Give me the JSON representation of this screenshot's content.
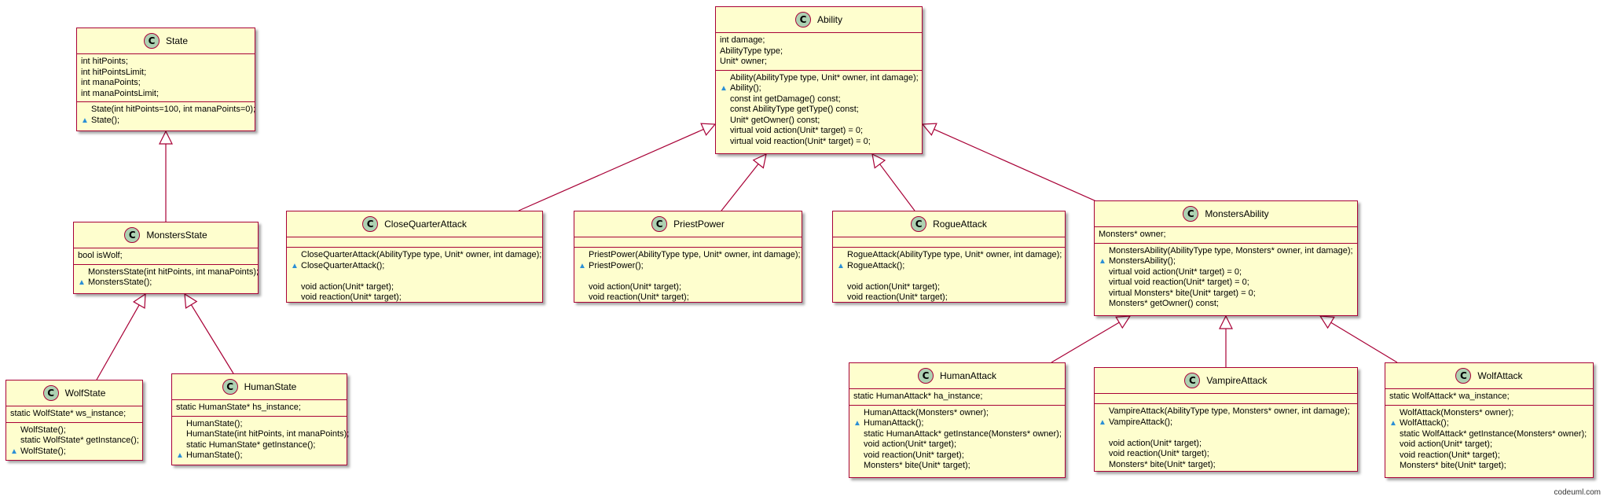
{
  "colors": {
    "box_fill": "#fefece",
    "border": "#a80036",
    "icon_fill": "#add1b2",
    "edge": "#a80036"
  },
  "footer": "codeuml.com",
  "classes": [
    {
      "id": "State",
      "icon": "C",
      "name": "State",
      "fields": [
        "int hitPoints;",
        "int hitPointsLimit;",
        "int manaPoints;",
        "int manaPointsLimit;"
      ],
      "methods": [
        {
          "vis": "",
          "text": "State(int hitPoints=100, int manaPoints=0);"
        },
        {
          "vis": "▲",
          "text": "State();"
        }
      ]
    },
    {
      "id": "MonstersState",
      "icon": "C",
      "name": "MonstersState",
      "fields": [
        "bool isWolf;"
      ],
      "methods": [
        {
          "vis": "",
          "text": "MonstersState(int hitPoints, int manaPoints);"
        },
        {
          "vis": "▲",
          "text": "MonstersState();"
        }
      ]
    },
    {
      "id": "WolfState",
      "icon": "C",
      "name": "WolfState",
      "fields": [
        "static WolfState* ws_instance;"
      ],
      "methods": [
        {
          "vis": "",
          "text": "WolfState();"
        },
        {
          "vis": "",
          "text": "static WolfState* getInstance();"
        },
        {
          "vis": "▲",
          "text": "WolfState();"
        }
      ]
    },
    {
      "id": "HumanState",
      "icon": "C",
      "name": "HumanState",
      "fields": [
        "static HumanState* hs_instance;"
      ],
      "methods": [
        {
          "vis": "",
          "text": "HumanState();"
        },
        {
          "vis": "",
          "text": "HumanState(int hitPoints, int manaPoints);"
        },
        {
          "vis": "",
          "text": "static HumanState* getInstance();"
        },
        {
          "vis": "▲",
          "text": "HumanState();"
        }
      ]
    },
    {
      "id": "Ability",
      "icon": "C",
      "name": "Ability",
      "fields": [
        "int damage;",
        "AbilityType type;",
        "Unit* owner;"
      ],
      "methods": [
        {
          "vis": "",
          "text": "Ability(AbilityType type, Unit* owner, int damage);"
        },
        {
          "vis": "▲",
          "text": "Ability();"
        },
        {
          "vis": "",
          "text": "const int getDamage() const;"
        },
        {
          "vis": "",
          "text": "const AbilityType getType() const;"
        },
        {
          "vis": "",
          "text": "Unit* getOwner() const;"
        },
        {
          "vis": "",
          "text": "virtual void action(Unit* target) = 0;"
        },
        {
          "vis": "",
          "text": "virtual void reaction(Unit* target) = 0;"
        }
      ]
    },
    {
      "id": "CloseQuarterAttack",
      "icon": "C",
      "name": "CloseQuarterAttack",
      "fields": [],
      "methods": [
        {
          "vis": "",
          "text": "CloseQuarterAttack(AbilityType type, Unit* owner, int damage);"
        },
        {
          "vis": "▲",
          "text": "CloseQuarterAttack();"
        },
        {
          "vis": "",
          "text": ""
        },
        {
          "vis": "",
          "text": "void action(Unit* target);"
        },
        {
          "vis": "",
          "text": "void reaction(Unit* target);"
        }
      ]
    },
    {
      "id": "PriestPower",
      "icon": "C",
      "name": "PriestPower",
      "fields": [],
      "methods": [
        {
          "vis": "",
          "text": "PriestPower(AbilityType type, Unit* owner, int damage);"
        },
        {
          "vis": "▲",
          "text": "PriestPower();"
        },
        {
          "vis": "",
          "text": ""
        },
        {
          "vis": "",
          "text": "void action(Unit* target);"
        },
        {
          "vis": "",
          "text": "void reaction(Unit* target);"
        }
      ]
    },
    {
      "id": "RogueAttack",
      "icon": "C",
      "name": "RogueAttack",
      "fields": [],
      "methods": [
        {
          "vis": "",
          "text": "RogueAttack(AbilityType type, Unit* owner, int damage);"
        },
        {
          "vis": "▲",
          "text": "RogueAttack();"
        },
        {
          "vis": "",
          "text": ""
        },
        {
          "vis": "",
          "text": "void action(Unit* target);"
        },
        {
          "vis": "",
          "text": "void reaction(Unit* target);"
        }
      ]
    },
    {
      "id": "MonstersAbility",
      "icon": "C",
      "name": "MonstersAbility",
      "fields": [
        "Monsters* owner;"
      ],
      "methods": [
        {
          "vis": "",
          "text": "MonstersAbility(AbilityType type, Monsters* owner, int damage);"
        },
        {
          "vis": "▲",
          "text": "MonstersAbility();"
        },
        {
          "vis": "",
          "text": "virtual void action(Unit* target) = 0;"
        },
        {
          "vis": "",
          "text": "virtual void reaction(Unit* target) = 0;"
        },
        {
          "vis": "",
          "text": "virtual Monsters* bite(Unit* target) = 0;"
        },
        {
          "vis": "",
          "text": "Monsters* getOwner() const;"
        }
      ]
    },
    {
      "id": "HumanAttack",
      "icon": "C",
      "name": "HumanAttack",
      "fields": [
        "static HumanAttack* ha_instance;"
      ],
      "methods": [
        {
          "vis": "",
          "text": "HumanAttack(Monsters* owner);"
        },
        {
          "vis": "▲",
          "text": "HumanAttack();"
        },
        {
          "vis": "",
          "text": "static HumanAttack* getInstance(Monsters* owner);"
        },
        {
          "vis": "",
          "text": "void action(Unit* target);"
        },
        {
          "vis": "",
          "text": "void reaction(Unit* target);"
        },
        {
          "vis": "",
          "text": "Monsters* bite(Unit* target);"
        }
      ]
    },
    {
      "id": "VampireAttack",
      "icon": "C",
      "name": "VampireAttack",
      "fields": [],
      "methods": [
        {
          "vis": "",
          "text": "VampireAttack(AbilityType type, Monsters* owner, int damage);"
        },
        {
          "vis": "▲",
          "text": "VampireAttack();"
        },
        {
          "vis": "",
          "text": ""
        },
        {
          "vis": "",
          "text": "void action(Unit* target);"
        },
        {
          "vis": "",
          "text": "void reaction(Unit* target);"
        },
        {
          "vis": "",
          "text": "Monsters* bite(Unit* target);"
        }
      ]
    },
    {
      "id": "WolfAttack",
      "icon": "C",
      "name": "WolfAttack",
      "fields": [
        "static WolfAttack* wa_instance;"
      ],
      "methods": [
        {
          "vis": "",
          "text": "WolfAttack(Monsters* owner);"
        },
        {
          "vis": "▲",
          "text": "WolfAttack();"
        },
        {
          "vis": "",
          "text": "static WolfAttack* getInstance(Monsters* owner);"
        },
        {
          "vis": "",
          "text": "void action(Unit* target);"
        },
        {
          "vis": "",
          "text": "void reaction(Unit* target);"
        },
        {
          "vis": "",
          "text": "Monsters* bite(Unit* target);"
        }
      ]
    }
  ],
  "inheritance": [
    {
      "child": "MonstersState",
      "parent": "State"
    },
    {
      "child": "WolfState",
      "parent": "MonstersState"
    },
    {
      "child": "HumanState",
      "parent": "MonstersState"
    },
    {
      "child": "CloseQuarterAttack",
      "parent": "Ability"
    },
    {
      "child": "PriestPower",
      "parent": "Ability"
    },
    {
      "child": "RogueAttack",
      "parent": "Ability"
    },
    {
      "child": "MonstersAbility",
      "parent": "Ability"
    },
    {
      "child": "HumanAttack",
      "parent": "MonstersAbility"
    },
    {
      "child": "VampireAttack",
      "parent": "MonstersAbility"
    },
    {
      "child": "WolfAttack",
      "parent": "MonstersAbility"
    }
  ]
}
